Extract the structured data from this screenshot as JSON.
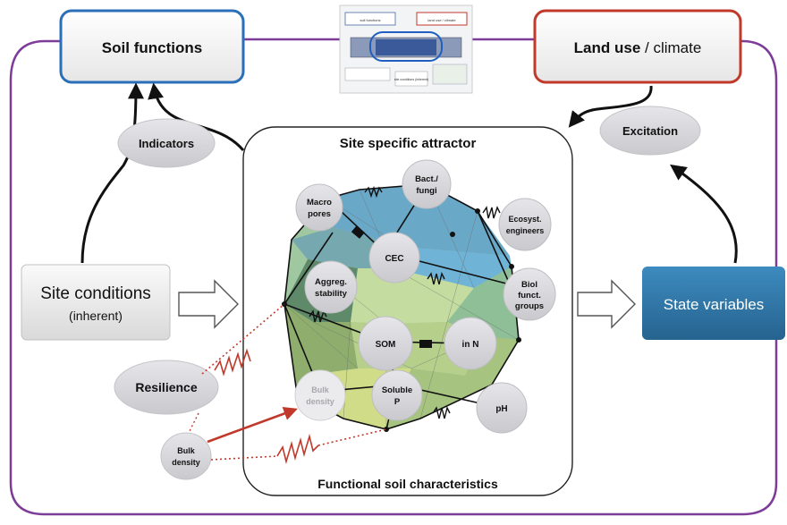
{
  "header": {
    "soil_functions": "Soil functions",
    "land_use_bold": "Land use",
    "land_use_rest": " / climate"
  },
  "thumbnail": {
    "box1": "soil functions",
    "box2": "land use / climate",
    "box3": "site conditions (inherent)"
  },
  "left": {
    "indicators": "Indicators",
    "site_conditions": "Site conditions",
    "site_conditions_sub": "(inherent)",
    "resilience": "Resilience",
    "bulk_density_line1": "Bulk",
    "bulk_density_line2": "density"
  },
  "right": {
    "excitation": "Excitation",
    "state_variables": "State variables"
  },
  "center": {
    "title": "Site specific attractor",
    "footer": "Functional soil characteristics",
    "nodes": {
      "macro_pores": [
        "Macro",
        "pores"
      ],
      "bact_fungi": [
        "Bact./",
        "fungi"
      ],
      "ecosyst_engineers": [
        "Ecosyst.",
        "engineers"
      ],
      "cec": [
        "CEC"
      ],
      "aggreg_stability": [
        "Aggreg.",
        "stability"
      ],
      "biol_funct_groups": [
        "Biol",
        "funct.",
        "groups"
      ],
      "som": [
        "SOM"
      ],
      "in_n": [
        "in N"
      ],
      "bulk_density": [
        "Bulk",
        "density"
      ],
      "soluble_p": [
        "Soluble",
        "P"
      ],
      "ph": [
        "pH"
      ]
    }
  },
  "colors": {
    "frame_purple": "#7d3c98",
    "soil_functions_border": "#2a6fb8",
    "land_use_border": "#c0392b",
    "state_variables_fill": "#2f77a6",
    "resilience_red": "#c0392b",
    "node_grey": "#d8d8dc"
  }
}
